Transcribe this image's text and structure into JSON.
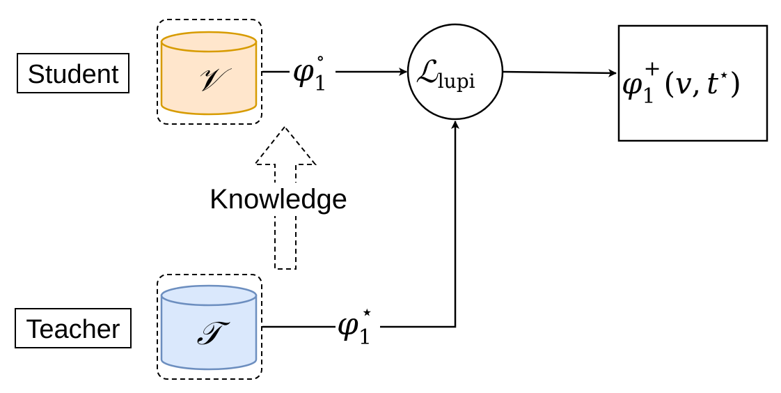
{
  "labels": {
    "student": "Student",
    "teacher": "Teacher",
    "knowledge": "Knowledge"
  },
  "databases": {
    "student_symbol": "𝒱",
    "teacher_symbol": "𝒯"
  },
  "features": {
    "student_base": "φ",
    "student_sub": "1",
    "student_sup": "∘",
    "teacher_base": "φ",
    "teacher_sub": "1",
    "teacher_sup": "⋆"
  },
  "loss": {
    "symbol": "ℒ",
    "subscript": "lupi"
  },
  "output": {
    "base": "φ",
    "sub": "1",
    "sup": "+",
    "args_open": "(",
    "arg_v": "v",
    "comma": ",",
    "arg_t": "t",
    "arg_t_sup": "⋆",
    "args_close": ")"
  },
  "colors": {
    "student_fill": "#ffe6cc",
    "student_stroke": "#d79b00",
    "teacher_fill": "#dae8fc",
    "teacher_stroke": "#6c8ebf",
    "line": "#000000"
  }
}
